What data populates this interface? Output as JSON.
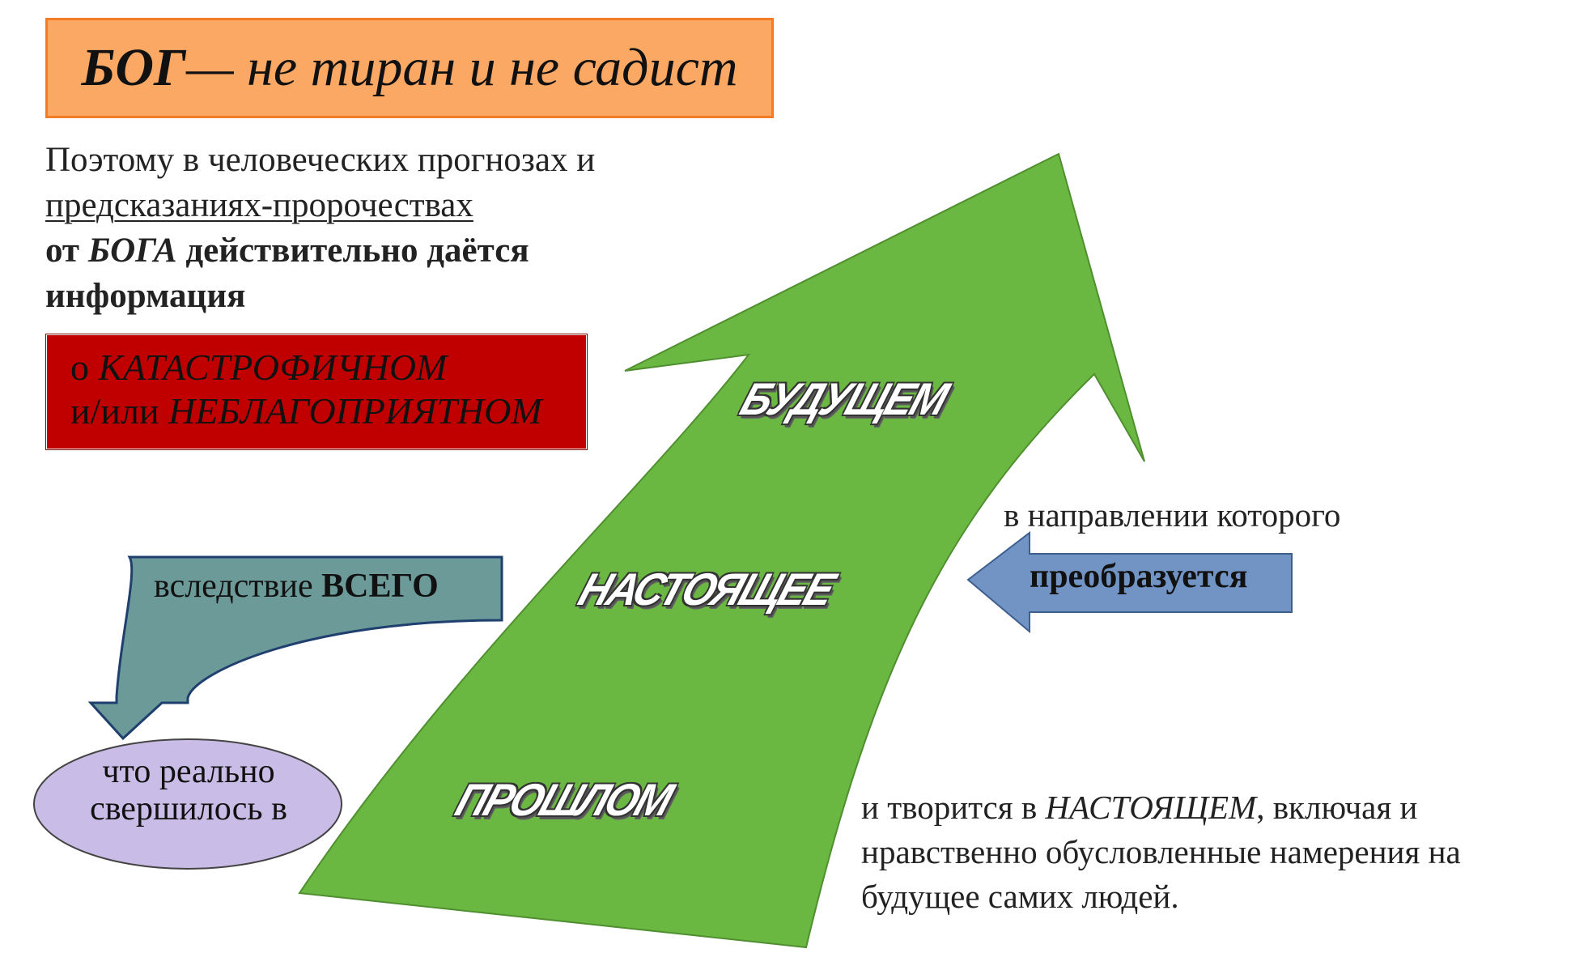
{
  "title": {
    "bold_part": "БОГ",
    "rest": " — не тиран и не садист"
  },
  "intro": {
    "line1": "Поэтому в человеческих прогнозах и",
    "line2_underlined": "предсказаниях-пророчествах",
    "line3_start": "от ",
    "line3_bold_italic": "БОГА",
    "line3_end": " действительно даётся",
    "line4": "информация"
  },
  "red_box": {
    "line1_prefix": "о ",
    "line1_italic": "КАТАСТРОФИЧНОМ",
    "line2_prefix": "и/или ",
    "line2_italic": "НЕБЛАГОПРИЯТНОМ"
  },
  "arrow_words": {
    "future": "БУДУЩЕМ",
    "present": "НАСТОЯЩЕЕ",
    "past": "ПРОШЛОМ"
  },
  "right": {
    "direction_text": "в направлении которого",
    "transform_label": "преобразуется",
    "bottom_prefix": "и творится в ",
    "bottom_italic": "НАСТОЯЩЕМ",
    "bottom_rest": ", включая и нравственно обусловленные намерения на будущее самих людей."
  },
  "left": {
    "because_prefix": "вследствие ",
    "because_bold": "ВСЕГО",
    "ellipse_line1": "что реально",
    "ellipse_line2": "свершилось в"
  },
  "colors": {
    "title_fill": "#fba865",
    "title_border": "#f37c25",
    "red_box": "#c00000",
    "big_arrow": "#6ab842",
    "blue_arrow": "#7194c5",
    "teal_arrow": "#6c9a98",
    "ellipse": "#c9bce6"
  }
}
